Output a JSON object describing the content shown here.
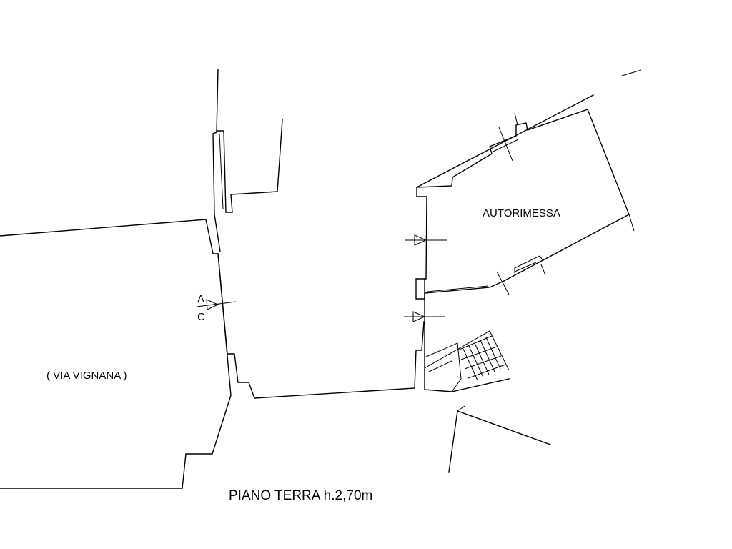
{
  "plan": {
    "room_garage": "AUTORIMESSA",
    "street": "( VIA VIGNANA )",
    "section_mark_a": "A",
    "section_mark_c": "C",
    "floor_caption": "PIANO TERRA h.2,70m"
  },
  "colors": {
    "line": "#000000",
    "background": "#ffffff"
  }
}
